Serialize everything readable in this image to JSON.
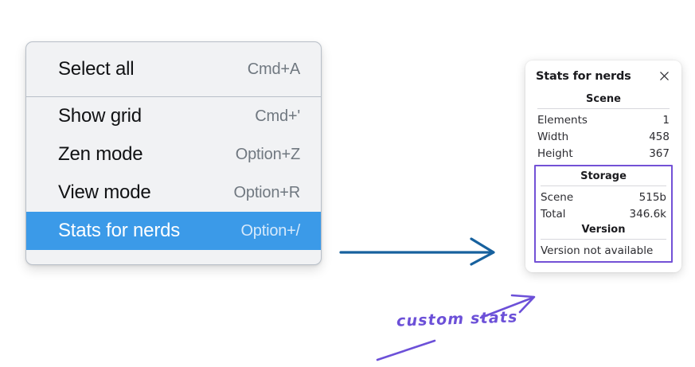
{
  "menu": {
    "groups": [
      {
        "items": [
          {
            "label": "Select all",
            "shortcut": "Cmd+A",
            "selected": false
          }
        ]
      },
      {
        "items": [
          {
            "label": "Show grid",
            "shortcut": "Cmd+'",
            "selected": false
          },
          {
            "label": "Zen mode",
            "shortcut": "Option+Z",
            "selected": false
          },
          {
            "label": "View mode",
            "shortcut": "Option+R",
            "selected": false
          },
          {
            "label": "Stats for nerds",
            "shortcut": "Option+/",
            "selected": true
          }
        ]
      }
    ],
    "items": {
      "select_all": {
        "label": "Select all",
        "shortcut": "Cmd+A"
      },
      "show_grid": {
        "label": "Show grid",
        "shortcut": "Cmd+'"
      },
      "zen_mode": {
        "label": "Zen mode",
        "shortcut": "Option+Z"
      },
      "view_mode": {
        "label": "View mode",
        "shortcut": "Option+R"
      },
      "stats_for_nerds": {
        "label": "Stats for nerds",
        "shortcut": "Option+/"
      }
    },
    "highlight_color": "#3b9ae8"
  },
  "stats_panel": {
    "title": "Stats for nerds",
    "close_icon": "close-icon",
    "scene": {
      "heading": "Scene",
      "rows": [
        {
          "label": "Elements",
          "value": "1"
        },
        {
          "label": "Width",
          "value": "458"
        },
        {
          "label": "Height",
          "value": "367"
        }
      ]
    },
    "storage": {
      "heading": "Storage",
      "rows": [
        {
          "label": "Scene",
          "value": "515b"
        },
        {
          "label": "Total",
          "value": "346.6k"
        }
      ]
    },
    "version": {
      "heading": "Version",
      "text": "Version not available"
    },
    "custom_border_color": "#7351d6"
  },
  "annotations": {
    "blue_arrow_color": "#17619e",
    "purple_color": "#6c50d8",
    "custom_stats_label": "custom stats"
  }
}
